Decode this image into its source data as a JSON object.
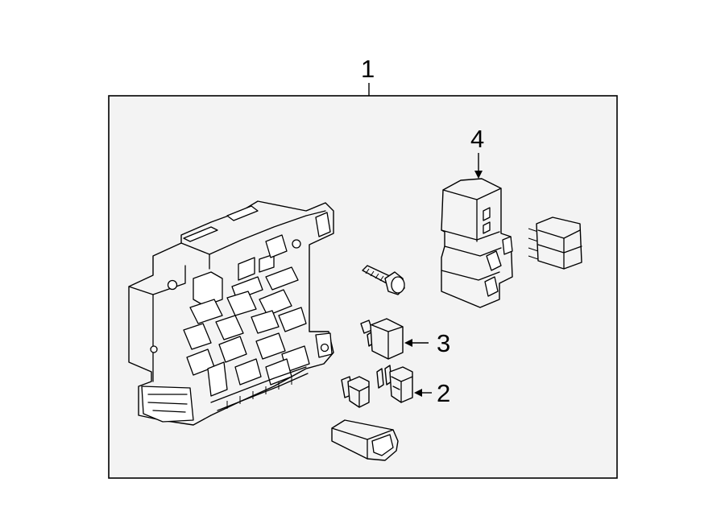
{
  "diagram": {
    "colors": {
      "frame_fill": "#f3f3f3",
      "line": "#000000",
      "part_fill": "#f4f4f4"
    },
    "callouts": [
      {
        "id": "1",
        "label": "1"
      },
      {
        "id": "2",
        "label": "2"
      },
      {
        "id": "3",
        "label": "3"
      },
      {
        "id": "4",
        "label": "4"
      }
    ]
  }
}
